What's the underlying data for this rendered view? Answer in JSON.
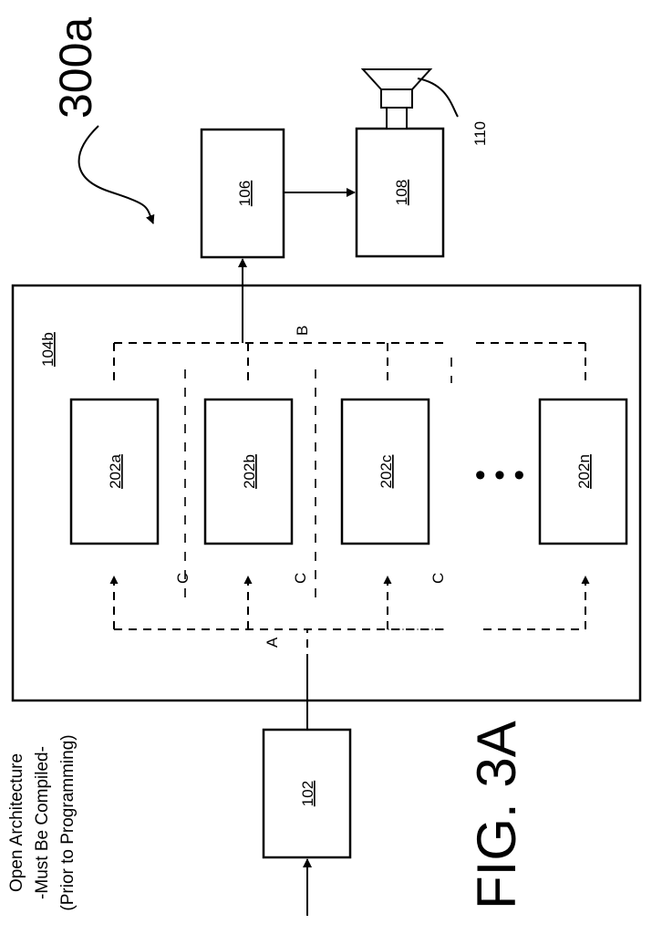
{
  "figure_ref": "300a",
  "caption": "FIG. 3A",
  "note_lines": [
    "Open Architecture",
    "-Must Be Compiled-",
    "(Prior to Programming)"
  ],
  "blocks": {
    "b102": "102",
    "b104b": "104b",
    "b106": "106",
    "b108": "108",
    "b110": "110",
    "b202a": "202a",
    "b202b": "202b",
    "b202c": "202c",
    "b202n": "202n"
  },
  "paths": {
    "a": "A",
    "b": "B",
    "c": "C"
  },
  "ellipsis": "• • •"
}
